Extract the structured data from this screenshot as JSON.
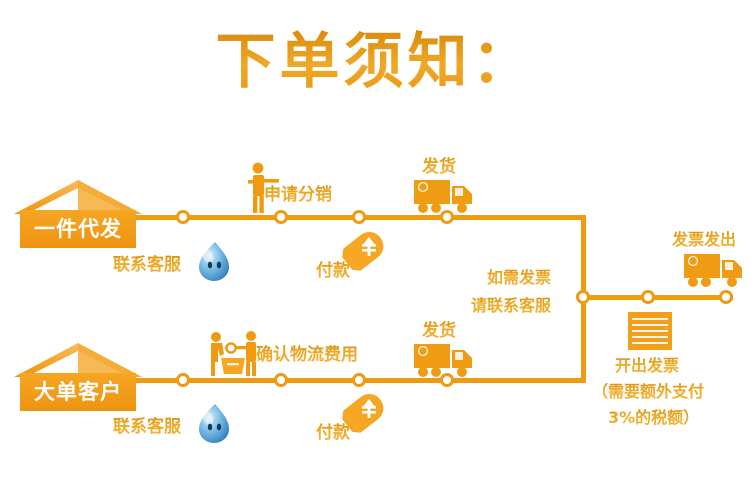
{
  "page": {
    "title": "下单须知：",
    "accent_color": "#ef9a10",
    "accent_light": "#f5a623",
    "drop_color": "#4a9fd8",
    "background": "#ffffff"
  },
  "flows": [
    {
      "id": "dropship",
      "start": {
        "label": "一件代发",
        "icon": "house-icon"
      },
      "steps": [
        {
          "label": "联系客服",
          "icon": "qq-drop-icon",
          "position": "below"
        },
        {
          "label": "申请分销",
          "icon": "person-presenting-icon",
          "position": "above"
        },
        {
          "label": "付款",
          "icon": "yen-price-tag-icon",
          "position": "below"
        },
        {
          "label": "发货",
          "icon": "delivery-truck-icon",
          "position": "above"
        }
      ]
    },
    {
      "id": "bulk-customer",
      "start": {
        "label": "大单客户",
        "icon": "house-icon"
      },
      "steps": [
        {
          "label": "联系客服",
          "icon": "qq-drop-icon",
          "position": "below"
        },
        {
          "label": "确认物流费用",
          "icon": "two-people-package-icon",
          "position": "above"
        },
        {
          "label": "付款",
          "icon": "yen-price-tag-icon",
          "position": "below"
        },
        {
          "label": "发货",
          "icon": "delivery-truck-icon",
          "position": "above"
        }
      ]
    }
  ],
  "invoice_branch": {
    "note_line1": "如需发票",
    "note_line2": "请联系客服",
    "issue": {
      "label": "开出发票",
      "note_line1": "（需要额外支付",
      "note_line2": "3%的税额）",
      "icon": "invoice-document-icon"
    },
    "sent": {
      "label": "发票发出",
      "icon": "delivery-truck-icon"
    }
  }
}
